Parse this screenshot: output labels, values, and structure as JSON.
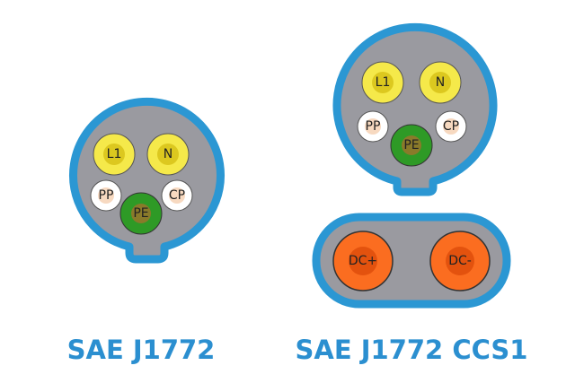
{
  "colors": {
    "housing_outline": "#2b97d3",
    "housing_fill": "#9a9aa0",
    "ac_line_pin_outer": "#f5e94a",
    "ac_line_pin_inner": "#dcc81f",
    "earth_pin_outer": "#2e9a26",
    "earth_pin_inner": "#8a7a2a",
    "signal_pin_outer": "#ffffff",
    "signal_pin_inner": "#f7d9c0",
    "dc_pin_outer": "#fb6d20",
    "dc_pin_inner": "#e3520e",
    "pin_text": "#222222",
    "caption_text": "#2b8fd0"
  },
  "connectors": {
    "j1772": {
      "caption": "SAE J1772",
      "pins": {
        "l1": "L1",
        "n": "N",
        "pp": "PP",
        "cp": "CP",
        "pe": "PE"
      }
    },
    "ccs1": {
      "caption": "SAE J1772 CCS1",
      "pins": {
        "l1": "L1",
        "n": "N",
        "pp": "PP",
        "cp": "CP",
        "pe": "PE",
        "dc_plus": "DC+",
        "dc_minus": "DC-"
      }
    }
  }
}
